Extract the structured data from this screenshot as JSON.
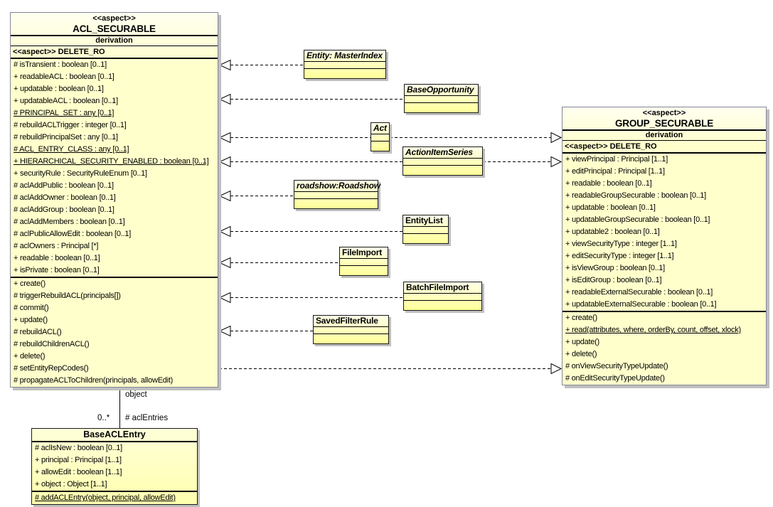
{
  "acl": {
    "stereotype": "<<aspect>>",
    "name": "ACL_SECURABLE",
    "derivation": "derivation",
    "delete_ro": "<<aspect>> DELETE_RO",
    "attributes": [
      "# isTransient : boolean [0..1]",
      "+ readableACL : boolean [0..1]",
      "+ updatable : boolean [0..1]",
      "+ updatableACL : boolean [0..1]",
      {
        "t": "# PRINCIPAL_SET : any [0..1]",
        "u": true
      },
      "# rebuildACLTrigger : integer [0..1]",
      "# rebuildPrincipalSet : any [0..1]",
      {
        "t": "# ACL_ENTRY_CLASS : any [0..1]",
        "u": true
      },
      {
        "t": "+ HIERARCHICAL_SECURITY_ENABLED : boolean [0..1]",
        "u": true
      },
      "+ securityRule : SecurityRuleEnum [0..1]",
      "# aclAddPublic : boolean [0..1]",
      "# aclAddOwner : boolean [0..1]",
      "# aclAddGroup : boolean [0..1]",
      "# aclAddMembers : boolean [0..1]",
      "# aclPublicAllowEdit : boolean [0..1]",
      "# aclOwners : Principal [*]",
      "+ readable : boolean [0..1]",
      "+ isPrivate : boolean [0..1]"
    ],
    "operations": [
      "+ create()",
      "# triggerRebuildACL(principals[])",
      "# commit()",
      "+ update()",
      "# rebuildACL()",
      "# rebuildChildrenACL()",
      "+ delete()",
      "# setEntityRepCodes()",
      "# propagateACLToChildren(principals, allowEdit)"
    ]
  },
  "group": {
    "stereotype": "<<aspect>>",
    "name": "GROUP_SECURABLE",
    "derivation": "derivation",
    "delete_ro": "<<aspect>> DELETE_RO",
    "attributes": [
      "+ viewPrincipal : Principal [1..1]",
      "+ editPrincipal : Principal [1..1]",
      "+ readable : boolean [0..1]",
      "+ readableGroupSecurable : boolean [0..1]",
      "+ updatable : boolean [0..1]",
      "+ updatableGroupSecurable : boolean [0..1]",
      "+ updatable2 : boolean [0..1]",
      "+ viewSecurityType : integer [1..1]",
      "+ editSecurityType : integer [1..1]",
      "+ isViewGroup : boolean [0..1]",
      "+ isEditGroup : boolean [0..1]",
      "+ readableExternalSecurable : boolean [0..1]",
      "+ updatableExternalSecurable : boolean [0..1]"
    ],
    "operations": [
      "+ create()",
      {
        "t": "+ read(attributes, where, orderBy, count, offset, xlock)",
        "u": true
      },
      "+ update()",
      "+ delete()",
      "# onViewSecurityTypeUpdate()",
      "# onEditSecurityTypeUpdate()"
    ]
  },
  "base_acl_entry": {
    "name": "BaseACLEntry",
    "attributes": [
      "# aclIsNew : boolean [0..1]",
      "+ principal : Principal [1..1]",
      "+ allowEdit : boolean [1..1]",
      "+ object : Object [1..1]"
    ],
    "operations": [
      {
        "t": "# addACLEntry(object, principal, allowEdit)",
        "u": true
      }
    ]
  },
  "entities": [
    {
      "label": "Entity: MasterIndex"
    },
    {
      "label": "BaseOpportunity"
    },
    {
      "label": "Act"
    },
    {
      "label": "ActionItemSeries"
    },
    {
      "label": "roadshow:Roadshow"
    },
    {
      "label": "EntityList"
    },
    {
      "label": "FileImport"
    },
    {
      "label": "BatchFileImport"
    },
    {
      "label": "SavedFilterRule"
    }
  ],
  "association": {
    "role_top": "object",
    "multiplicity": "0..*",
    "role_bottom": "# aclEntries"
  },
  "colors": {
    "box_fill": "#ffffcc",
    "box_fill_dark": "#ffff99",
    "shadow": "#bfbfbf",
    "line": "#000000"
  }
}
